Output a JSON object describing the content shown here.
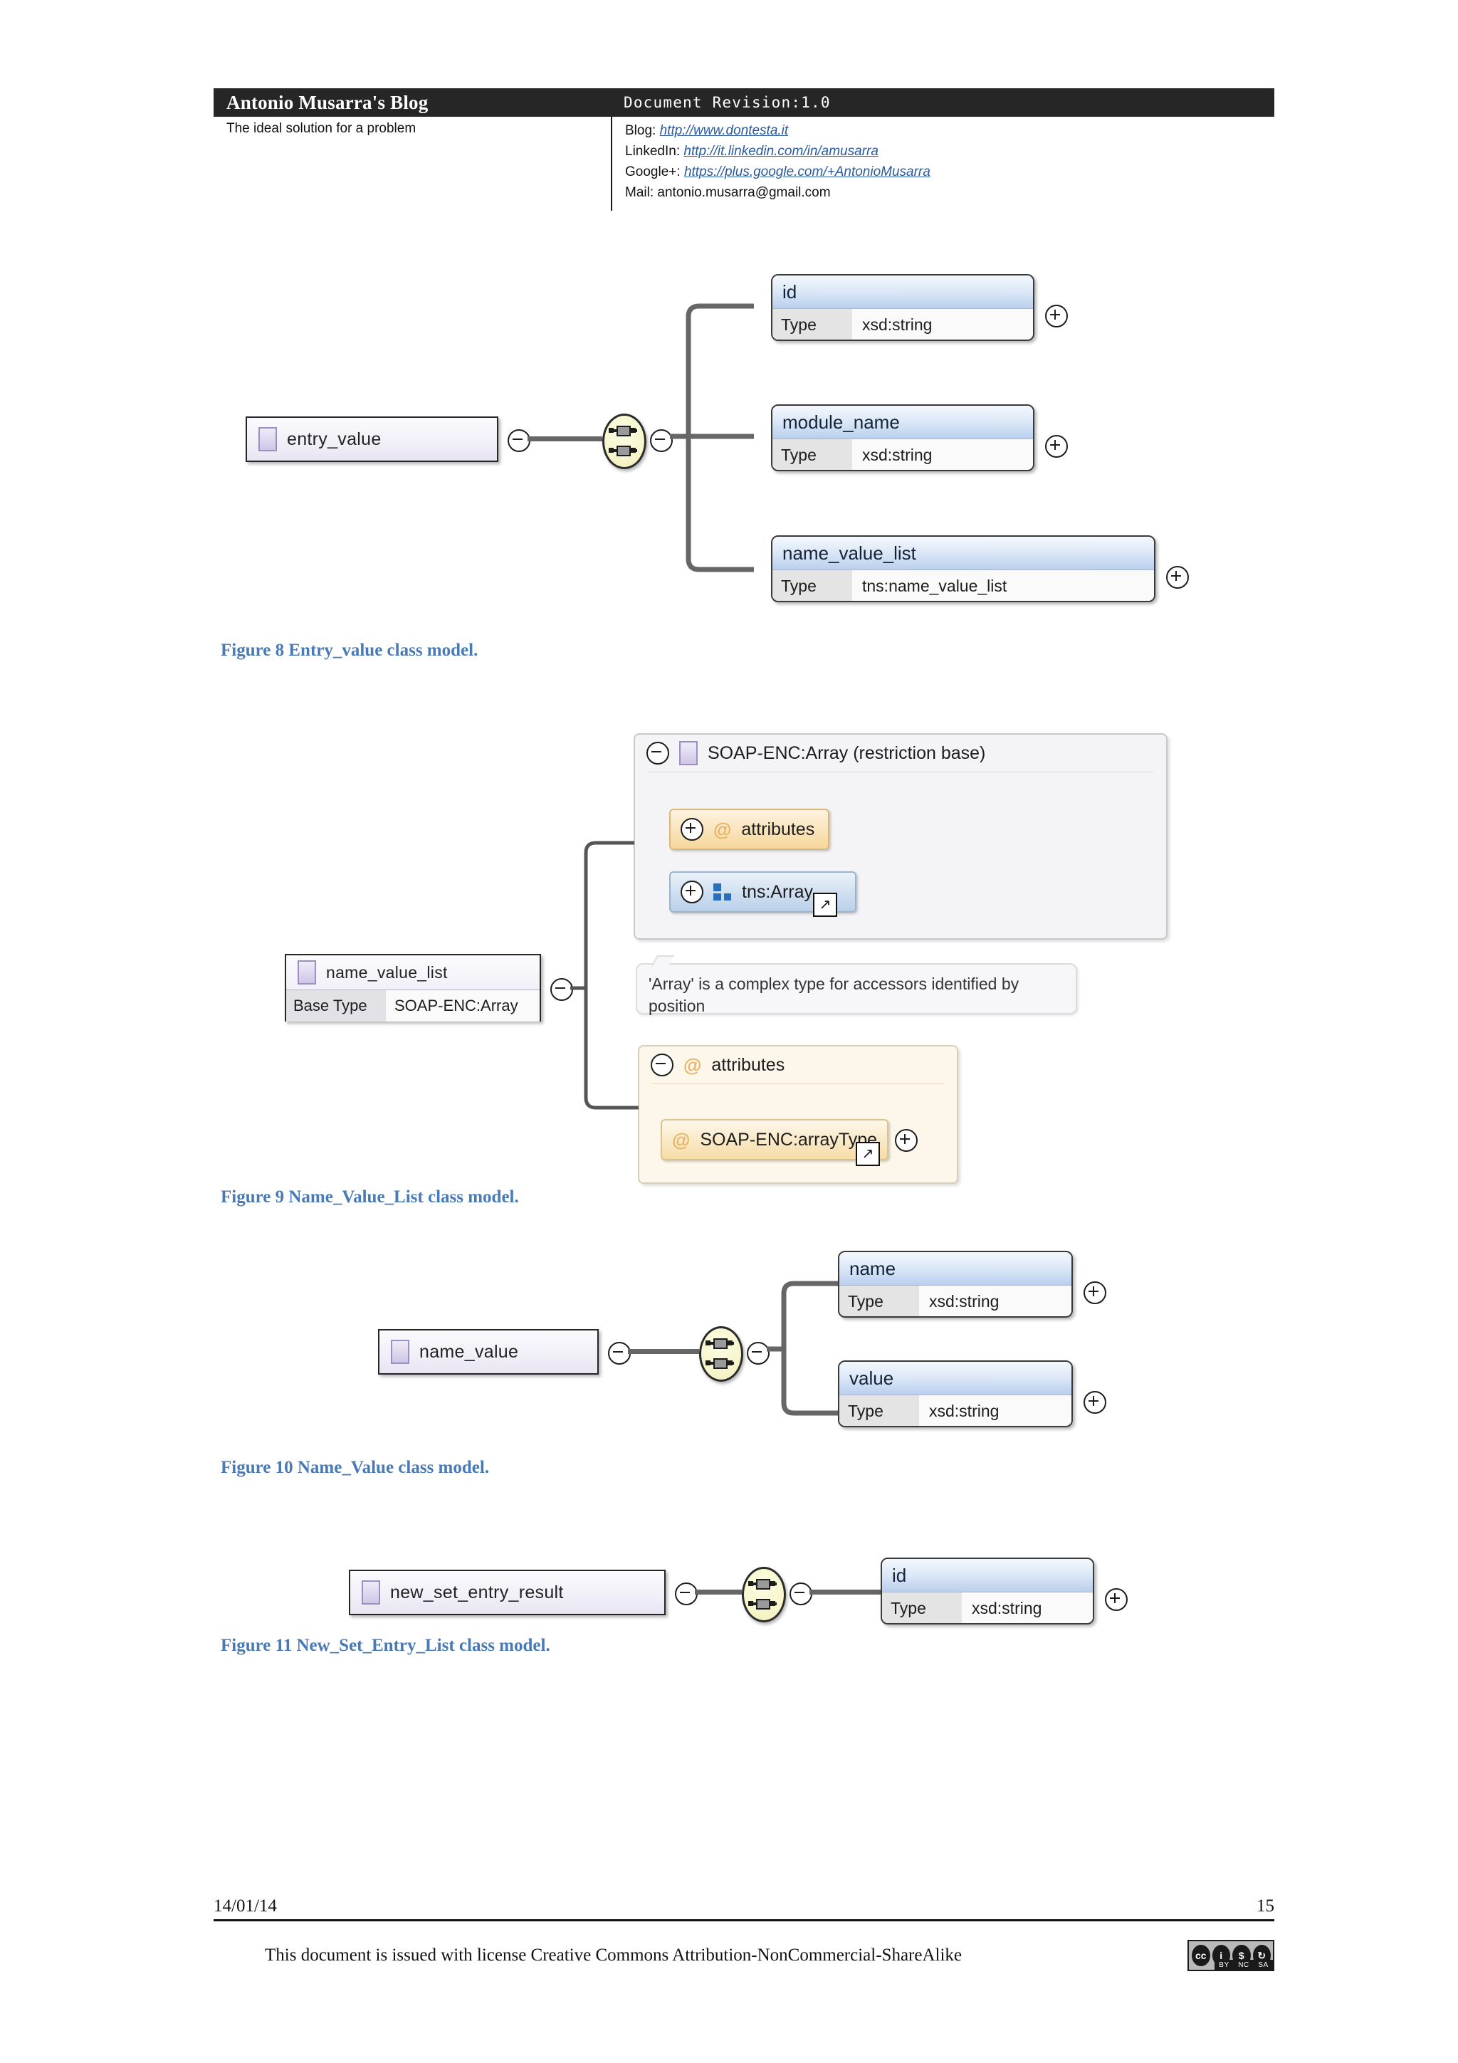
{
  "header": {
    "blog_title": "Antonio Musarra's Blog",
    "doc_revision": "Document Revision:1.0",
    "tagline": "The ideal solution for a problem",
    "contacts": [
      {
        "label": "Blog:",
        "value": "http://www.dontesta.it",
        "is_link": true
      },
      {
        "label": "LinkedIn:",
        "value": "http://it.linkedin.com/in/amusarra",
        "is_link": true
      },
      {
        "label": "Google+:",
        "value": "https://plus.google.com/+AntonioMusarra",
        "is_link": true
      },
      {
        "label": "Mail:",
        "value": "antonio.musarra@gmail.com",
        "is_link": false
      }
    ]
  },
  "figures": {
    "fig8": {
      "caption": "Figure 8 Entry_value class model.",
      "root": {
        "name": "entry_value"
      },
      "compositor": "sequence",
      "children": [
        {
          "name": "id",
          "type_key": "Type",
          "type_value": "xsd:string"
        },
        {
          "name": "module_name",
          "type_key": "Type",
          "type_value": "xsd:string"
        },
        {
          "name": "name_value_list",
          "type_key": "Type",
          "type_value": "tns:name_value_list"
        }
      ]
    },
    "fig9": {
      "caption": "Figure 9 Name_Value_List class model.",
      "root": {
        "name": "name_value_list",
        "base_key": "Base Type",
        "base_value": "SOAP-ENC:Array"
      },
      "restriction_group": {
        "title": "SOAP-ENC:Array (restriction base)",
        "items": [
          {
            "label": "attributes",
            "kind": "attribute"
          },
          {
            "label": "tns:Array",
            "kind": "element-ref"
          }
        ]
      },
      "tooltip": "'Array' is a complex type for accessors identified by position",
      "attributes_group": {
        "title": "attributes",
        "items": [
          {
            "label": "SOAP-ENC:arrayType",
            "kind": "attribute"
          }
        ]
      }
    },
    "fig10": {
      "caption": "Figure 10 Name_Value class model.",
      "root": {
        "name": "name_value"
      },
      "compositor": "sequence",
      "children": [
        {
          "name": "name",
          "type_key": "Type",
          "type_value": "xsd:string"
        },
        {
          "name": "value",
          "type_key": "Type",
          "type_value": "xsd:string"
        }
      ]
    },
    "fig11": {
      "caption": "Figure 11 New_Set_Entry_List class model.",
      "root": {
        "name": "new_set_entry_result"
      },
      "compositor": "sequence",
      "children": [
        {
          "name": "id",
          "type_key": "Type",
          "type_value": "xsd:string"
        }
      ]
    }
  },
  "footer": {
    "date": "14/01/14",
    "page_number": "15",
    "license_text": "This document is issued with license Creative Commons Attribution-NonCommercial-ShareAlike",
    "cc_badge": {
      "cc": "cc",
      "marks": [
        "BY",
        "NC",
        "SA"
      ]
    }
  }
}
